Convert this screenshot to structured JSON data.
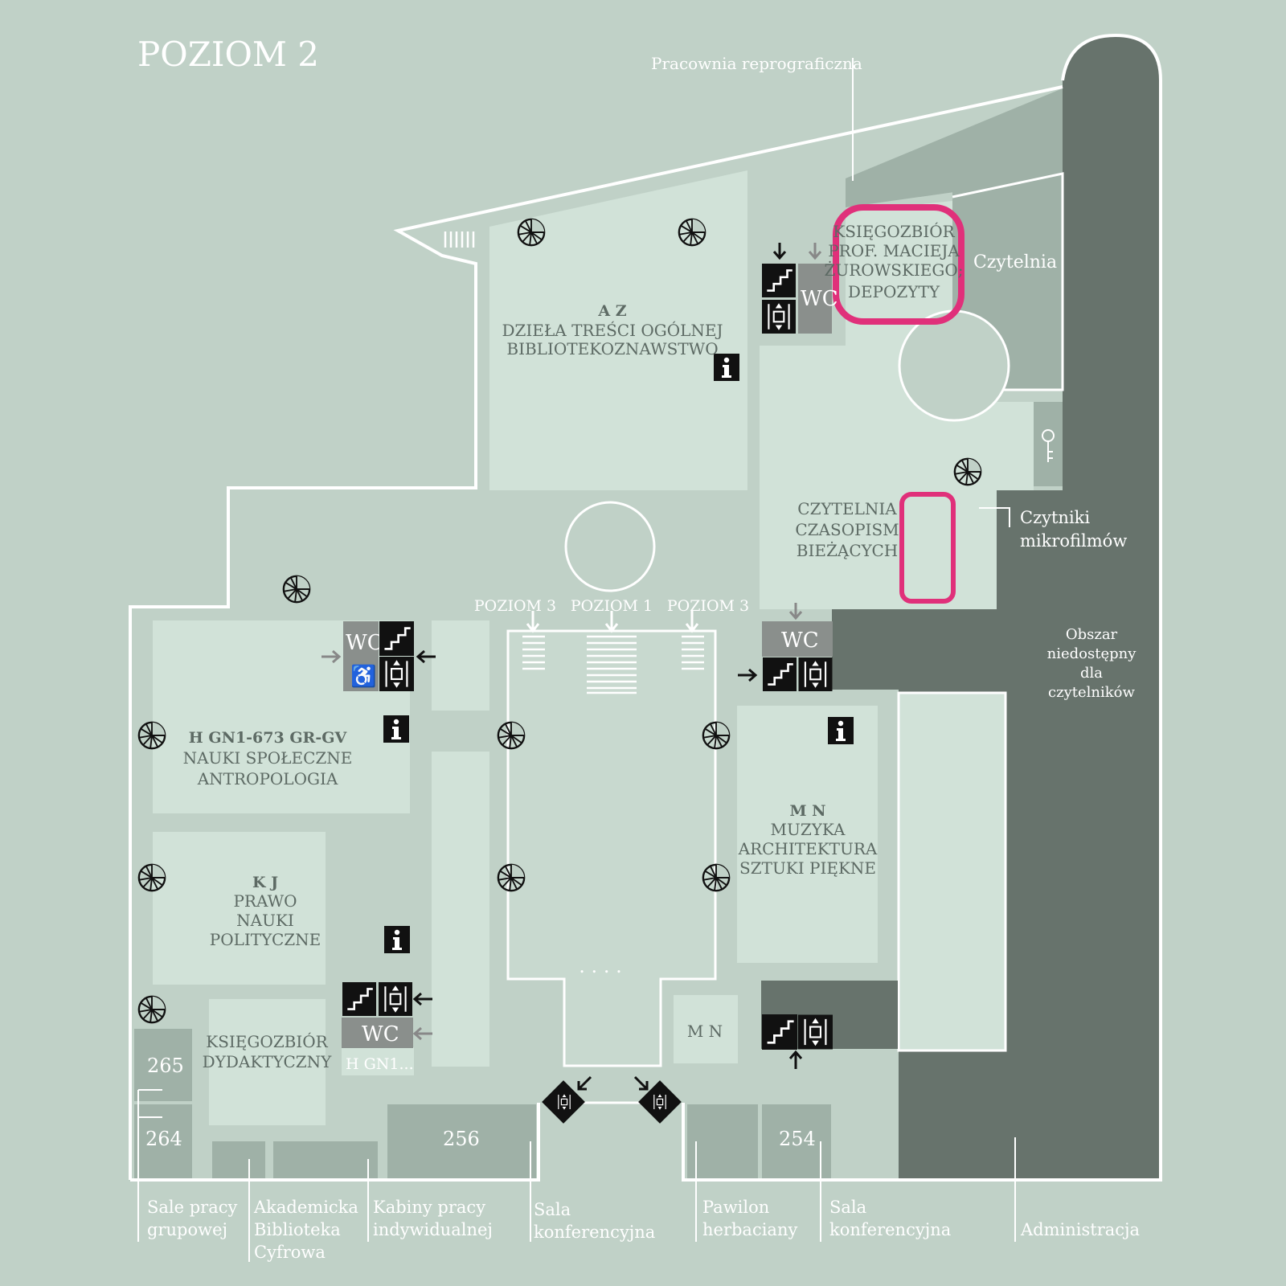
{
  "title": "POZIOM 2",
  "colors": {
    "background": "#c0d1c7",
    "room": "#d1e2d8",
    "wall": "#ffffff",
    "restricted": "#67736c",
    "secondary_room": "#9fb1a7",
    "highlight": "#e0307a",
    "icon": "#111111"
  },
  "labels": {
    "reprograficzna": "Pracownia reprograficzna",
    "az_code": "A Z",
    "az_line1": "DZIEŁA TREŚCI OGÓLNEJ",
    "az_line2": "BIBLIOTEKOZNAWSTWO",
    "ksiegozbior_zur": [
      "KSIĘGOZBIÓR",
      "PROF. MACIEJA",
      "ŻUROWSKIEGO;",
      "DEPOZYTY"
    ],
    "czytelnia": "Czytelnia",
    "czasopism": [
      "CZYTELNIA",
      "CZASOPISM",
      "BIEŻĄCYCH"
    ],
    "mikrofilmow": [
      "Czytniki",
      "mikrofilmów"
    ],
    "obszar": [
      "Obszar",
      "niedostępny",
      "dla",
      "czytelników"
    ],
    "poziom3_left": "POZIOM 3",
    "poziom1": "POZIOM 1",
    "poziom3_right": "POZIOM 3",
    "h_code": "H GN1-673 GR-GV",
    "h_line1": "NAUKI SPOŁECZNE",
    "h_line2": "ANTROPOLOGIA",
    "kj_code": "K J",
    "kj_lines": [
      "PRAWO",
      "NAUKI",
      "POLITYCZNE"
    ],
    "mn_code": "M N",
    "mn_lines": [
      "MUZYKA",
      "ARCHITEKTURA",
      "SZTUKI PIĘKNE"
    ],
    "mn_small": "M N",
    "dydaktyczny": [
      "KSIĘGOZBIÓR",
      "DYDAKTYCZNY"
    ],
    "h_gn1_short": "H GN1...",
    "wc": "WC",
    "room_265": "265",
    "room_264": "264",
    "room_256": "256",
    "room_254": "254",
    "dots": ". . . .",
    "info": "i"
  },
  "bottom_labels": {
    "sale_pracy": [
      "Sale pracy",
      "grupowej"
    ],
    "akademicka": [
      "Akademicka",
      "Biblioteka",
      "Cyfrowa"
    ],
    "kabiny": [
      "Kabiny pracy",
      "indywidualnej"
    ],
    "sala_konf_left": [
      "Sala",
      "konferencyjna"
    ],
    "pawilon": [
      "Pawilon",
      "herbaciany"
    ],
    "sala_konf_right": [
      "Sala",
      "konferencyjna"
    ],
    "administracja": "Administracja"
  },
  "icons": {
    "stairs": "stairs-icon",
    "elevator": "elevator-icon",
    "spiral": "spiral-staircase-icon",
    "info": "info-icon",
    "key": "key-icon",
    "accessible": "wheelchair-icon",
    "arrow": "arrow-icon"
  }
}
